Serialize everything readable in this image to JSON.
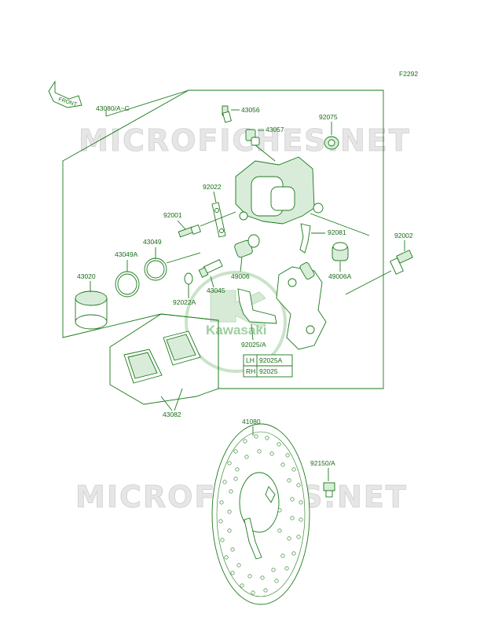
{
  "figure_code": "F2292",
  "front_label": "FRONT",
  "brand_label": "Kawasaki",
  "watermark_text": "MICROFICHES.NET",
  "colors": {
    "line": "#1a7a1a",
    "text": "#1a6b1a",
    "watermark": "#d0d0d0"
  },
  "parts": {
    "p43080": "43080/A~C",
    "p43056": "43056",
    "p43057": "43057",
    "p92075": "92075",
    "p92022": "92022",
    "p92001": "92001",
    "p43049": "43049",
    "p43049a": "43049A",
    "p43020": "43020",
    "p43045": "43045",
    "p92022a": "92022A",
    "p49006": "49006",
    "p92081": "92081",
    "p92002": "92002",
    "p49006a": "49006A",
    "p92025a_slash": "92025/A",
    "p43082": "43082",
    "p41080": "41080",
    "p92150": "92150/A"
  },
  "side_table": [
    {
      "side": "LH",
      "part": "92025A"
    },
    {
      "side": "RH",
      "part": "92025"
    }
  ]
}
